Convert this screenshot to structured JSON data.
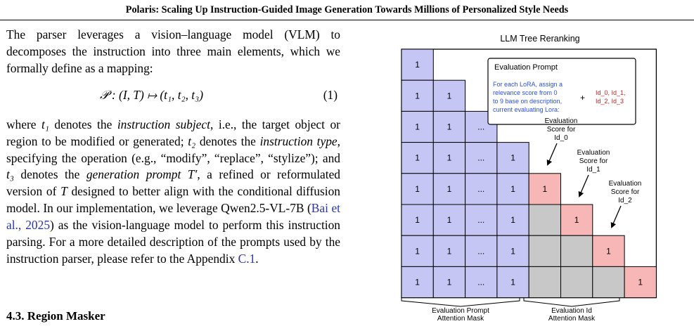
{
  "header": {
    "title": "Polaris: Scaling Up Instruction-Guided Image Generation Towards Millions of Personalized Style Needs"
  },
  "body": {
    "para1": "The parser leverages a vision–language model (VLM) to decomposes the instruction into three main elements, which we formally define as a mapping:",
    "equation": "𝒫 : (I, T) ↦ (t₁, t₂, t₃)",
    "equation_number": "(1)",
    "para2_parts": {
      "a": "where ",
      "t1": "t₁",
      "b": " denotes the ",
      "instruction_subject": "instruction subject",
      "c": ", i.e., the target object or region to be modified or generated; ",
      "t2": "t₂",
      "d": " denotes the ",
      "instruction_type": "instruction type",
      "e": ", specifying the operation (e.g., “modify”, “replace”, “stylize”); and ",
      "t3": "t₃",
      "f": " denotes the ",
      "generation_prompt": "generation prompt",
      "g": " ",
      "tprime": "T′",
      "h": ", a refined or reformulated version of ",
      "T": "T",
      "i": " designed to better align with the conditional diffusion model. In our implementation, we leverage Qwen2.5-VL-7B (",
      "cite": "Bai et al., 2025",
      "j": ") as the vision-language model to perform this instruction parsing. For a more detailed description of the prompts used by the instruction parser, please refer to the Appendix ",
      "appendix": "C.1",
      "k": "."
    },
    "section_heading": "4.3. Region Masker"
  },
  "figure": {
    "title": "LLM Tree Reranking",
    "colors": {
      "blue": "#c6c6f4",
      "red": "#f7b7b7",
      "gray": "#c8c8c8",
      "prompt_text": "#2a50e6",
      "id_text": "#cc2222"
    },
    "one": "1",
    "ellipsis": "...",
    "prompt_box": {
      "title": "Evaluation Prompt",
      "lines": [
        "For each LoRA, assign a",
        "relevance score from 0",
        "to 9 base on description,",
        "current evaluating Lora:"
      ],
      "plus": "+",
      "ids": [
        "Id_0, Id_1,",
        "Id_2, Id_3"
      ]
    },
    "score_labels": [
      [
        "Evaluation",
        "Score for",
        "Id_0"
      ],
      [
        "Evaluation",
        "Score for",
        "Id_1"
      ],
      [
        "Evaluation",
        "Score for",
        "Id_2"
      ]
    ],
    "bottom_labels": {
      "left": [
        "Evaluation Prompt",
        "Attention Mask"
      ],
      "right": [
        "Evaluation Id",
        "Attention Mask"
      ]
    }
  }
}
